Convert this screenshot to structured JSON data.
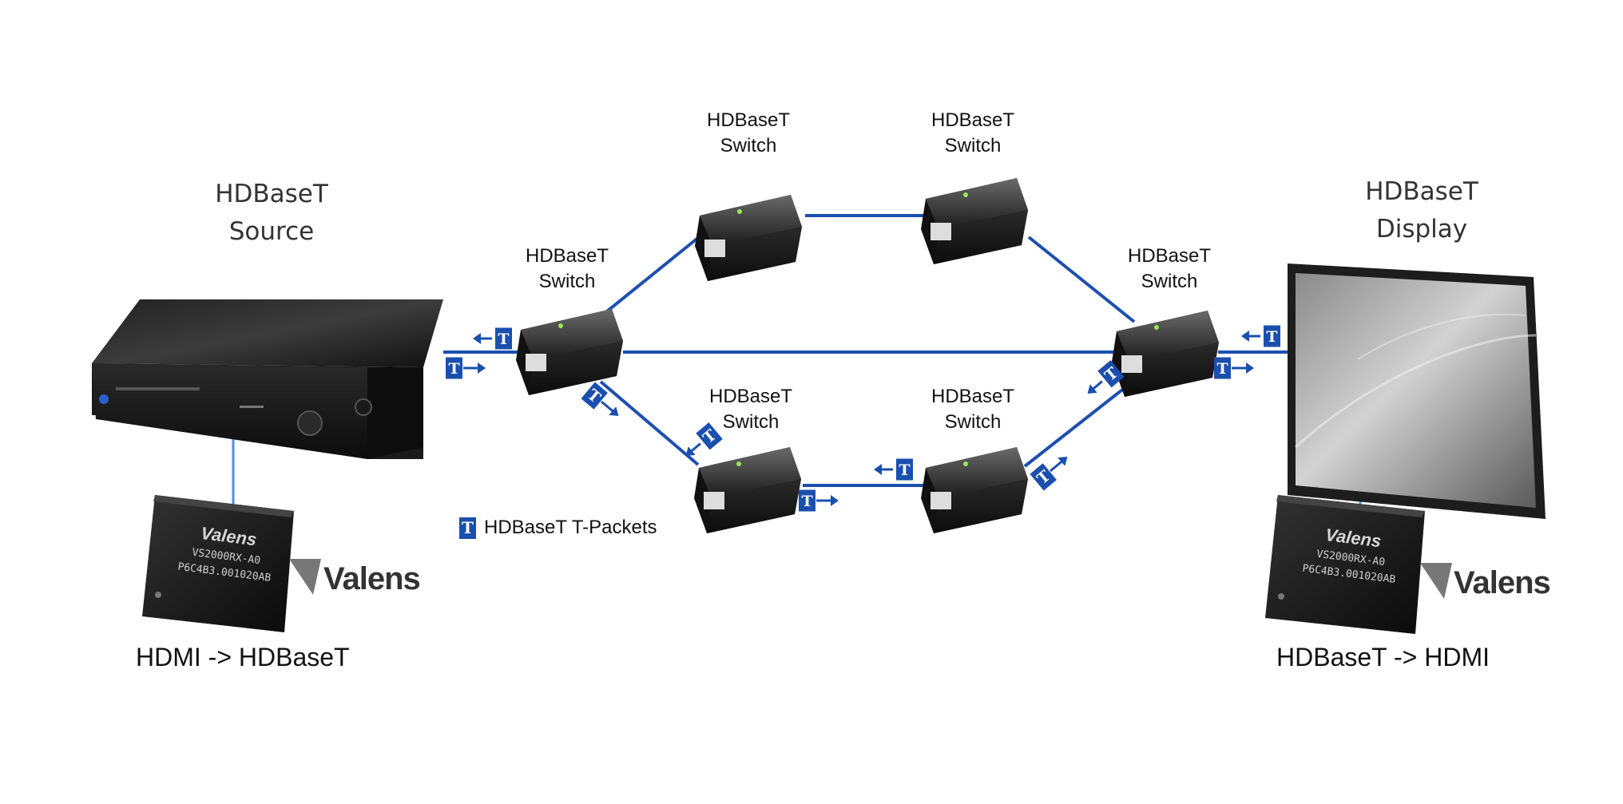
{
  "source": {
    "title_line1": "HDBaseT",
    "title_line2": "Source",
    "caption": "HDMI -> HDBaseT"
  },
  "display": {
    "title_line1": "HDBaseT",
    "title_line2": "Display",
    "caption": "HDBaseT -> HDMI"
  },
  "switch_label": {
    "line1": "HDBaseT",
    "line2": "Switch"
  },
  "chip": {
    "line1": "Valens",
    "line2": "VS2000RX-A0",
    "line3": "P6C4B3.001020AB"
  },
  "brand": "Valens",
  "packet_glyph": "T",
  "legend_text": "HDBaseT T-Packets",
  "colors": {
    "link": "#1d4fb0",
    "packet": "#1a4fae",
    "probe": "#4d90e0"
  }
}
